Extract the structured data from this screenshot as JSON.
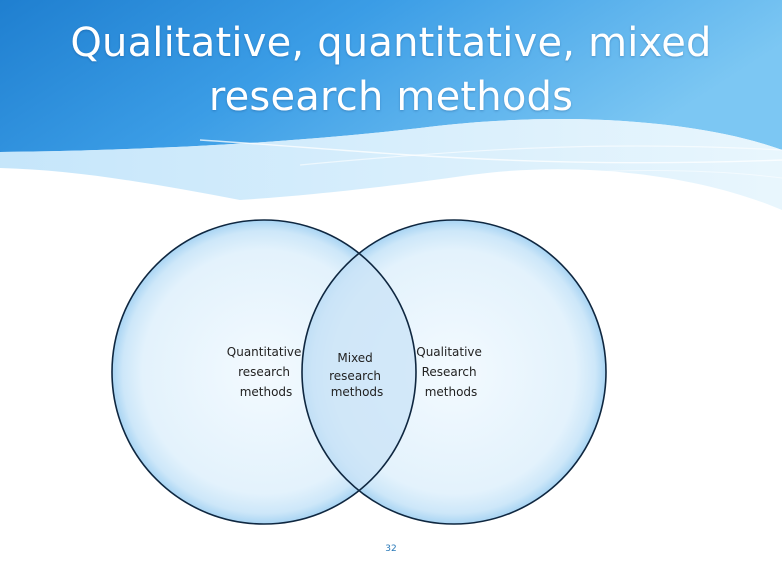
{
  "slide": {
    "title_line_1": "Qualitative,  quantitative, mixed",
    "title_line_2": "research methods",
    "page_number": "32"
  },
  "venn": {
    "left_label": [
      "Quantitative",
      "research",
      "methods"
    ],
    "middle_label": [
      "Mixed",
      "research",
      "methods"
    ],
    "right_label": [
      "Qualitative",
      "Research",
      "methods"
    ]
  },
  "colors": {
    "header_blue": "#2b8fdc",
    "header_light": "#7cc4f2",
    "circle_fill": "#e6f3fc",
    "circle_stroke": "#0f2740",
    "overlap_fill": "#cfe6f8",
    "page_number": "#2a79b8"
  }
}
